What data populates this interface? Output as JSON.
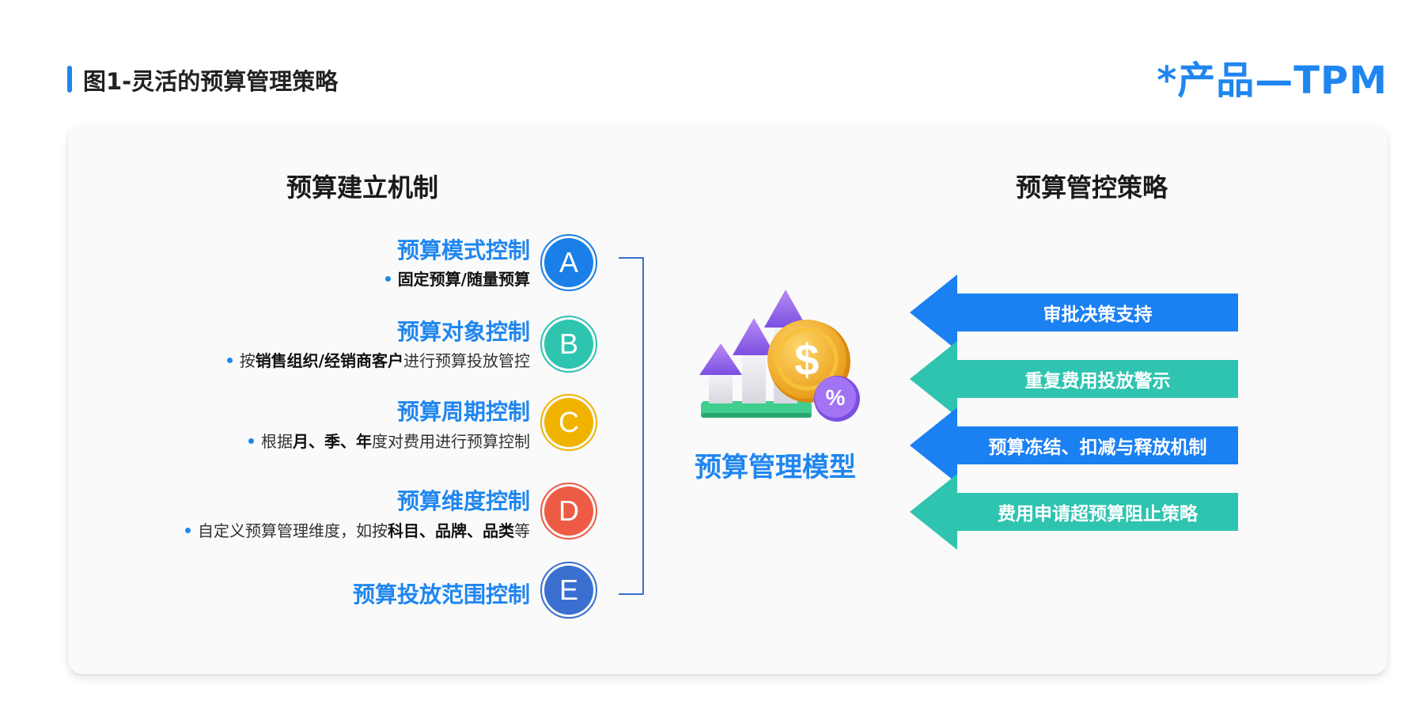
{
  "header": {
    "figure_title": "图1-灵活的预算管理策略",
    "brand": "*产品—TPM"
  },
  "left": {
    "heading": "预算建立机制",
    "items": [
      {
        "letter": "A",
        "title": "预算模式控制",
        "desc": [
          {
            "t": "固定预算/随量预算",
            "b": true
          }
        ]
      },
      {
        "letter": "B",
        "title": "预算对象控制",
        "desc": [
          {
            "t": "按",
            "b": false
          },
          {
            "t": "销售组织/经销商客户",
            "b": true
          },
          {
            "t": "进行预算投放管控",
            "b": false
          }
        ]
      },
      {
        "letter": "C",
        "title": "预算周期控制",
        "desc": [
          {
            "t": "根据",
            "b": false
          },
          {
            "t": "月、季、年",
            "b": true
          },
          {
            "t": "度对费用进行预算控制",
            "b": false
          }
        ]
      },
      {
        "letter": "D",
        "title": "预算维度控制",
        "desc": [
          {
            "t": "自定义预算管理维度，如按",
            "b": false
          },
          {
            "t": "科目、品牌、品类",
            "b": true
          },
          {
            "t": "等",
            "b": false
          }
        ]
      },
      {
        "letter": "E",
        "title": "预算投放范围控制",
        "desc": []
      }
    ],
    "badge_colors": [
      "#1a7fe6",
      "#2ec4b0",
      "#f0b400",
      "#ee5b45",
      "#3a6fd0"
    ]
  },
  "center": {
    "label": "预算管理模型",
    "graphic_icons": [
      "growth-arrows-icon",
      "dollar-coin-icon",
      "percent-badge-icon"
    ]
  },
  "right": {
    "heading": "预算管控策略",
    "strategies": [
      {
        "label": "审批决策支持",
        "color": "#1b80f2"
      },
      {
        "label": "重复费用投放警示",
        "color": "#2ec4b0"
      },
      {
        "label": "预算冻结、扣减与释放机制",
        "color": "#1b80f2"
      },
      {
        "label": "费用申请超预算阻止策略",
        "color": "#2ec4b0"
      }
    ]
  }
}
